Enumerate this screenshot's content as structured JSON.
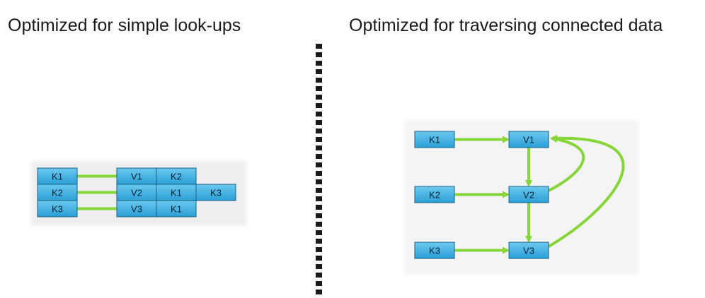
{
  "left_panel": {
    "title": "Optimized for simple look-ups",
    "rows": [
      {
        "key": "K1",
        "values": [
          "V1",
          "K2"
        ]
      },
      {
        "key": "K2",
        "values": [
          "V2",
          "K1",
          "K3"
        ]
      },
      {
        "key": "K3",
        "values": [
          "V3",
          "K1"
        ]
      }
    ]
  },
  "right_panel": {
    "title": "Optimized for traversing connected data",
    "keys": [
      "K1",
      "K2",
      "K3"
    ],
    "values": [
      "V1",
      "V2",
      "V3"
    ],
    "edges": [
      {
        "from": "K1",
        "to": "V1"
      },
      {
        "from": "K2",
        "to": "V2"
      },
      {
        "from": "K3",
        "to": "V3"
      },
      {
        "from": "V1",
        "to": "V2"
      },
      {
        "from": "V2",
        "to": "V3"
      },
      {
        "from": "V2",
        "to": "V1"
      },
      {
        "from": "V3",
        "to": "V1"
      }
    ]
  },
  "colors": {
    "box_top": "#6cc9ef",
    "box_bottom": "#2a9fd6",
    "box_border": "#1d5f86",
    "arrow": "#86d63a",
    "shadow_bg": "#eeeeee"
  }
}
